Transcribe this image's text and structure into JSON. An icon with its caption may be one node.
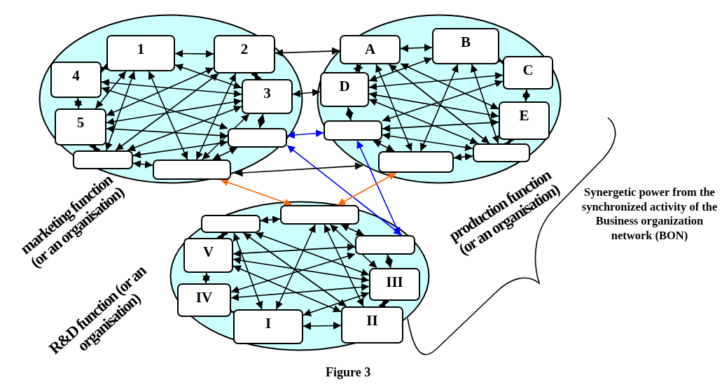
{
  "diagram": {
    "caption": "Figure 3",
    "nodes": [
      {
        "text": [
          "marketing function (or an organisation)"
        ]
      },
      {
        "text": [
          "1"
        ],
        "in": 0
      },
      {
        "text": [
          "2"
        ],
        "in": 0
      },
      {
        "text": [
          "4"
        ],
        "in": 0
      },
      {
        "text": [
          "3"
        ],
        "in": 0
      },
      {
        "text": [
          "5"
        ],
        "in": 0
      },
      {
        "text": [],
        "shape": "box",
        "in": 0
      },
      {
        "text": [],
        "shape": "box",
        "in": 0
      },
      {
        "text": [],
        "shape": "box",
        "in": 0
      },
      {
        "text": [
          "production function (or an organisation)"
        ]
      },
      {
        "text": [
          "A"
        ],
        "in": 9
      },
      {
        "text": [
          "B"
        ],
        "in": 9
      },
      {
        "text": [
          "C"
        ],
        "in": 9
      },
      {
        "text": [
          "D"
        ],
        "in": 9
      },
      {
        "text": [
          "E"
        ],
        "in": 9
      },
      {
        "text": [],
        "shape": "box",
        "in": 9
      },
      {
        "text": [],
        "shape": "box",
        "in": 9
      },
      {
        "text": [],
        "shape": "box",
        "in": 9
      },
      {
        "text": [
          "R&D function (or an organisation)"
        ]
      },
      {
        "text": [],
        "shape": "box",
        "in": 18
      },
      {
        "text": [],
        "shape": "box",
        "in": 18
      },
      {
        "text": [
          "V"
        ],
        "in": 18
      },
      {
        "text": [],
        "shape": "box",
        "in": 18
      },
      {
        "text": [
          "III"
        ],
        "in": 18
      },
      {
        "text": [
          "IV"
        ],
        "in": 18
      },
      {
        "text": [
          "I"
        ],
        "in": 18
      },
      {
        "text": [
          "II"
        ],
        "in": 18
      }
    ],
    "edges": [
      {
        "from": 2,
        "to": 10,
        "arrow": "both"
      },
      {
        "from": 4,
        "to": 13,
        "arrow": "both"
      },
      {
        "from": 6,
        "to": 15,
        "arrow": "both",
        "color": "#0000ff"
      },
      {
        "from": 22,
        "to": 6,
        "arrow": "both",
        "color": "#0000ff"
      },
      {
        "from": 22,
        "to": 15,
        "arrow": "both",
        "color": "#0000ff"
      },
      {
        "from": 8,
        "to": 19,
        "arrow": "both",
        "color": "#ff6600"
      },
      {
        "from": 17,
        "to": 19,
        "arrow": "both",
        "color": "#ff6600"
      },
      {
        "from": 9,
        "to": 0,
        "arrow": "both"
      },
      {
        "from": 1,
        "to": 2,
        "arrow": "both"
      },
      {
        "from": 1,
        "to": 3,
        "arrow": "both"
      },
      {
        "from": 3,
        "to": 5,
        "arrow": "both"
      },
      {
        "from": 2,
        "to": 4,
        "arrow": "both"
      },
      {
        "from": 4,
        "to": 6,
        "arrow": "both"
      },
      {
        "from": 7,
        "to": 8,
        "arrow": "both"
      },
      {
        "from": 8,
        "to": 6,
        "arrow": "both"
      },
      {
        "from": 1,
        "to": 5,
        "arrow": "both"
      },
      {
        "from": 1,
        "to": 7,
        "arrow": "both"
      },
      {
        "from": 1,
        "to": 8,
        "arrow": "both"
      },
      {
        "from": 1,
        "to": 4,
        "arrow": "both"
      },
      {
        "from": 2,
        "to": 5,
        "arrow": "both"
      },
      {
        "from": 2,
        "to": 7,
        "arrow": "both"
      },
      {
        "from": 2,
        "to": 8,
        "arrow": "both"
      },
      {
        "from": 4,
        "to": 3,
        "arrow": "both"
      },
      {
        "from": 4,
        "to": 5,
        "arrow": "both"
      },
      {
        "from": 4,
        "to": 7,
        "arrow": "both"
      },
      {
        "from": 4,
        "to": 8,
        "arrow": "both"
      },
      {
        "from": 3,
        "to": 6,
        "arrow": "both"
      },
      {
        "from": 5,
        "to": 6,
        "arrow": "both"
      },
      {
        "from": 5,
        "to": 7,
        "arrow": "both"
      },
      {
        "from": 7,
        "to": 6,
        "arrow": "both"
      },
      {
        "from": 10,
        "to": 11,
        "arrow": "both"
      },
      {
        "from": 10,
        "to": 13,
        "arrow": "both"
      },
      {
        "from": 11,
        "to": 12,
        "arrow": "both"
      },
      {
        "from": 12,
        "to": 14,
        "arrow": "both"
      },
      {
        "from": 13,
        "to": 15,
        "arrow": "both"
      },
      {
        "from": 15,
        "to": 17,
        "arrow": "both"
      },
      {
        "from": 17,
        "to": 16,
        "arrow": "both"
      },
      {
        "from": 16,
        "to": 14,
        "arrow": "both"
      },
      {
        "from": 11,
        "to": 13,
        "arrow": "both"
      },
      {
        "from": 12,
        "to": 13,
        "arrow": "both"
      },
      {
        "from": 13,
        "to": 14,
        "arrow": "both"
      },
      {
        "from": 13,
        "to": 16,
        "arrow": "both"
      },
      {
        "from": 11,
        "to": 17,
        "arrow": "both"
      },
      {
        "from": 11,
        "to": 16,
        "arrow": "both"
      },
      {
        "from": 12,
        "to": 15,
        "arrow": "both"
      },
      {
        "from": 14,
        "to": 15,
        "arrow": "both"
      },
      {
        "from": 10,
        "to": 14,
        "arrow": "both"
      },
      {
        "from": 10,
        "to": 17,
        "arrow": "both"
      },
      {
        "from": 10,
        "to": 16,
        "arrow": "both"
      },
      {
        "from": 15,
        "to": 16,
        "arrow": "both"
      },
      {
        "from": 19,
        "to": 20,
        "arrow": "both"
      },
      {
        "from": 19,
        "to": 22,
        "arrow": "both"
      },
      {
        "from": 20,
        "to": 21,
        "arrow": "both"
      },
      {
        "from": 21,
        "to": 24,
        "arrow": "both"
      },
      {
        "from": 24,
        "to": 25,
        "arrow": "both"
      },
      {
        "from": 25,
        "to": 26,
        "arrow": "both"
      },
      {
        "from": 22,
        "to": 23,
        "arrow": "both"
      },
      {
        "from": 23,
        "to": 26,
        "arrow": "both"
      },
      {
        "from": 20,
        "to": 25,
        "arrow": "both"
      },
      {
        "from": 19,
        "to": 25,
        "arrow": "both"
      },
      {
        "from": 19,
        "to": 26,
        "arrow": "both"
      },
      {
        "from": 19,
        "to": 23,
        "arrow": "both"
      },
      {
        "from": 20,
        "to": 23,
        "arrow": "both"
      },
      {
        "from": 20,
        "to": 26,
        "arrow": "both"
      },
      {
        "from": 21,
        "to": 22,
        "arrow": "both"
      },
      {
        "from": 21,
        "to": 23,
        "arrow": "both"
      },
      {
        "from": 21,
        "to": 26,
        "arrow": "both"
      },
      {
        "from": 24,
        "to": 22,
        "arrow": "both"
      },
      {
        "from": 24,
        "to": 23,
        "arrow": "both"
      },
      {
        "from": 25,
        "to": 23,
        "arrow": "both"
      }
    ],
    "labels": [
      "Synergetic power from the synchronized activity of the Business organization network (BON)"
    ]
  }
}
